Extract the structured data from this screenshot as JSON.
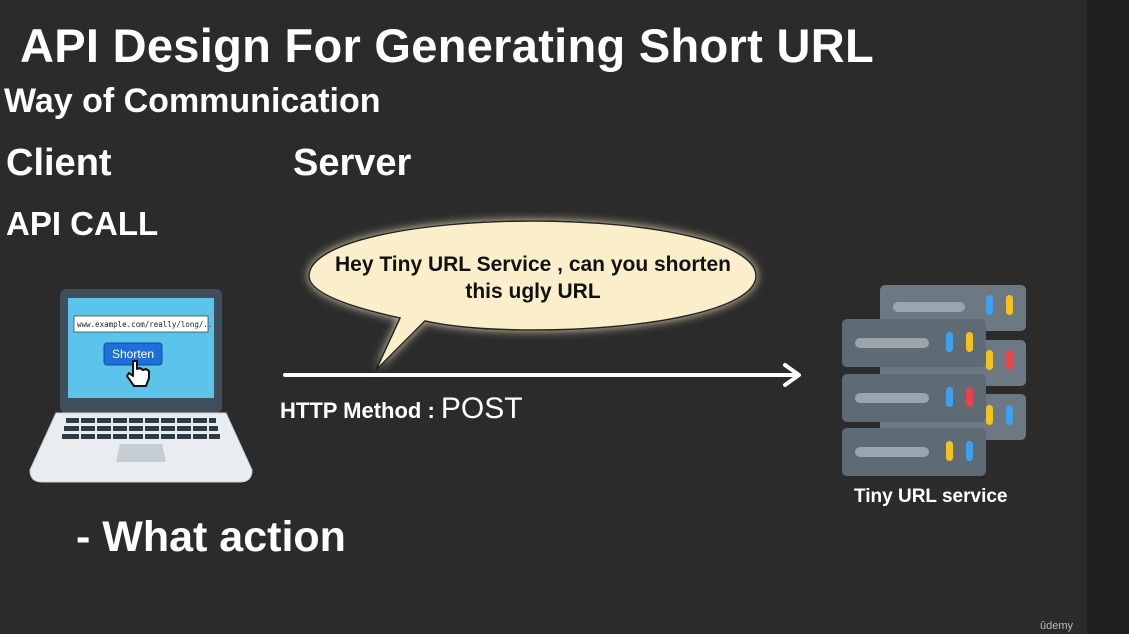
{
  "title": "API Design For Generating Short URL",
  "subtitle": "Way of Communication",
  "client_label": "Client",
  "server_label": "Server",
  "api_call_label": "API CALL",
  "laptop": {
    "url_text": "www.example.com/really/long/..",
    "button_label": "Shorten"
  },
  "speech_bubble": "Hey Tiny URL Service , can you shorten this ugly URL",
  "http": {
    "method_label": "HTTP Method : ",
    "method_value": "POST"
  },
  "server_caption": "Tiny URL service",
  "bullet": "- What action",
  "watermark": "ûdemy",
  "colors": {
    "background": "#2b2b2b",
    "bubble_fill": "#fbeecb",
    "screen": "#5cc3ea",
    "button": "#1e6fd6",
    "server_body": "#5f6b74",
    "led_blue": "#3fa0f0",
    "led_yellow": "#f4c21f",
    "led_red": "#e8424b"
  }
}
